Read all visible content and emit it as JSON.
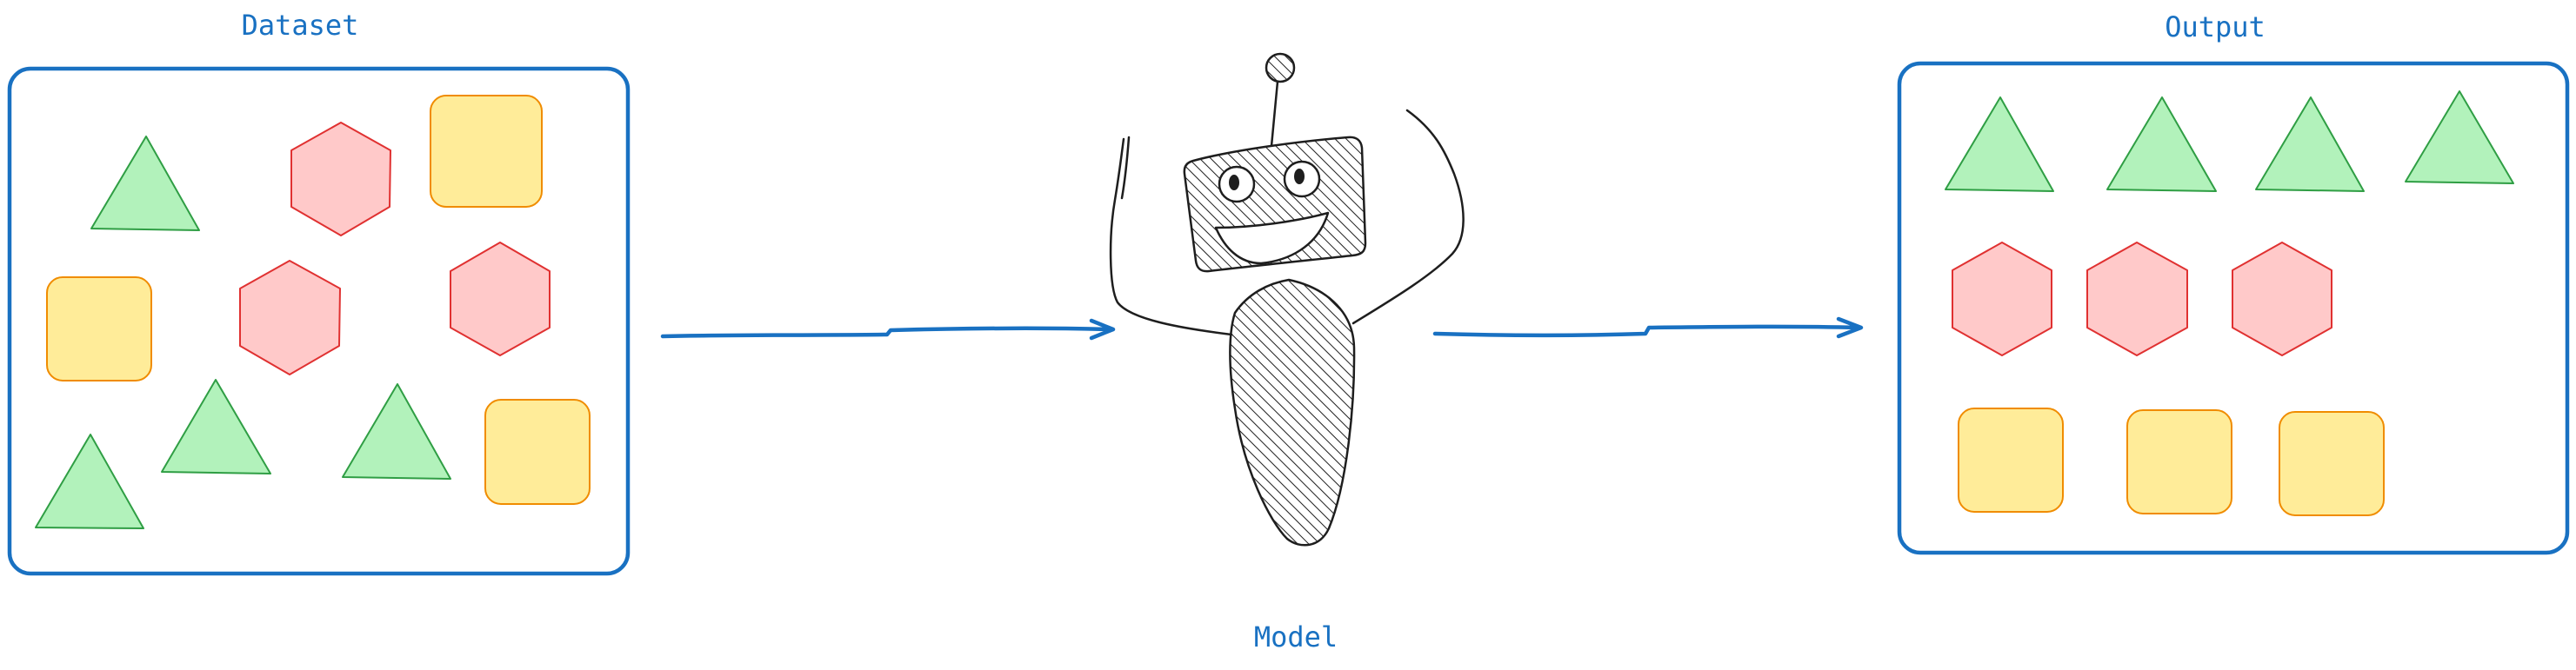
{
  "diagram": {
    "labels": {
      "dataset": "Dataset",
      "model": "Model",
      "output": "Output"
    },
    "colors": {
      "accent": "#1971c2",
      "triangle_fill": "#b2f2bb",
      "triangle_stroke": "#2f9e44",
      "hexagon_fill": "#ffc9c9",
      "hexagon_stroke": "#e03131",
      "square_fill": "#ffec99",
      "square_stroke": "#f08c00",
      "robot_ink": "#1e1e1e"
    },
    "dataset": {
      "triangles": 4,
      "hexagons": 3,
      "squares": 3
    },
    "output": {
      "rows": [
        {
          "shape": "triangle",
          "count": 4
        },
        {
          "shape": "hexagon",
          "count": 3
        },
        {
          "shape": "square",
          "count": 3
        }
      ]
    }
  }
}
